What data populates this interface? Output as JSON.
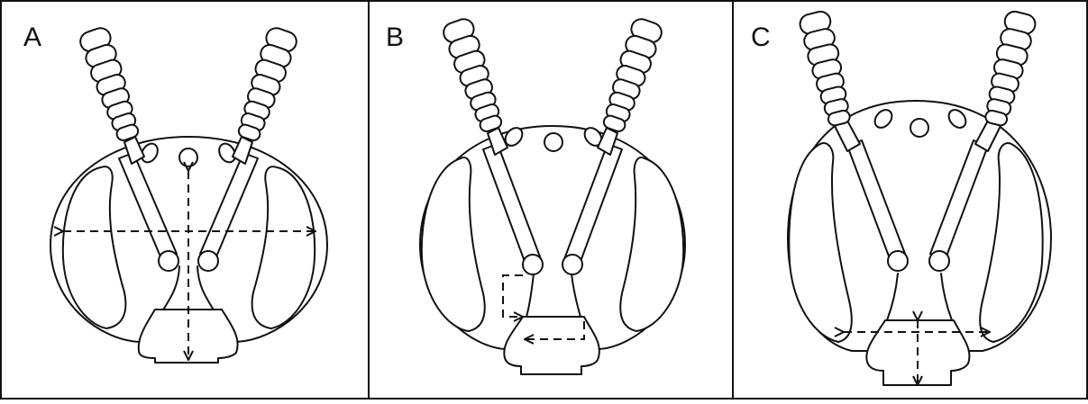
{
  "panels": [
    {
      "label": "A",
      "variant": "a"
    },
    {
      "label": "B",
      "variant": "b"
    },
    {
      "label": "C",
      "variant": "c"
    }
  ]
}
